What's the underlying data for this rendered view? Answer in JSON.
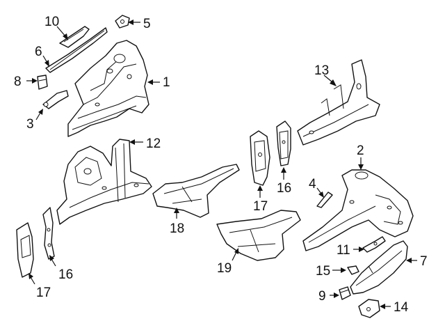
{
  "callouts": {
    "c1": "1",
    "c2": "2",
    "c3": "3",
    "c4": "4",
    "c5": "5",
    "c6": "6",
    "c7": "7",
    "c8": "8",
    "c9": "9",
    "c10": "10",
    "c11": "11",
    "c12": "12",
    "c13": "13",
    "c14": "14",
    "c15": "15",
    "c16a": "16",
    "c16b": "16",
    "c17a": "17",
    "c17b": "17",
    "c18": "18",
    "c19": "19"
  },
  "colors": {
    "line": "#111111",
    "background": "#ffffff"
  }
}
